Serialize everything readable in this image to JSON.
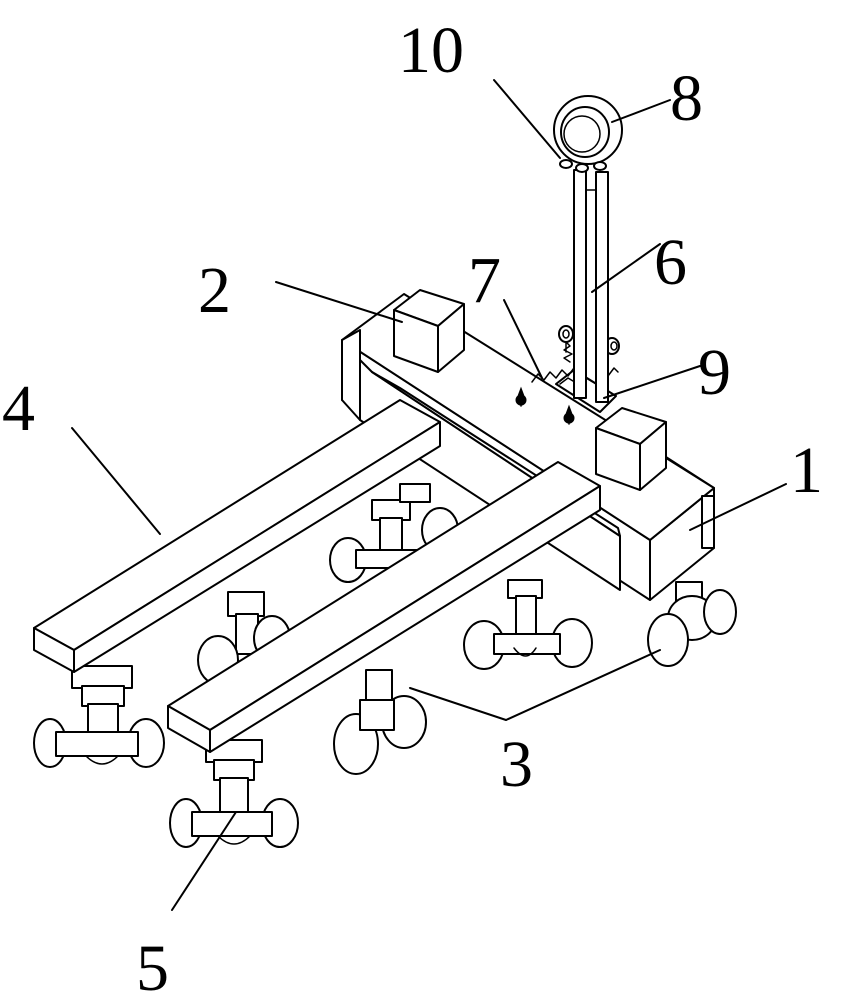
{
  "colors": {
    "line": "#000000",
    "background": "#ffffff"
  },
  "labels": {
    "l1": "1",
    "l2": "2",
    "l3": "3",
    "l4": "4",
    "l5": "5",
    "l6": "6",
    "l7": "7",
    "l8": "8",
    "l9": "9",
    "l10": "10"
  }
}
